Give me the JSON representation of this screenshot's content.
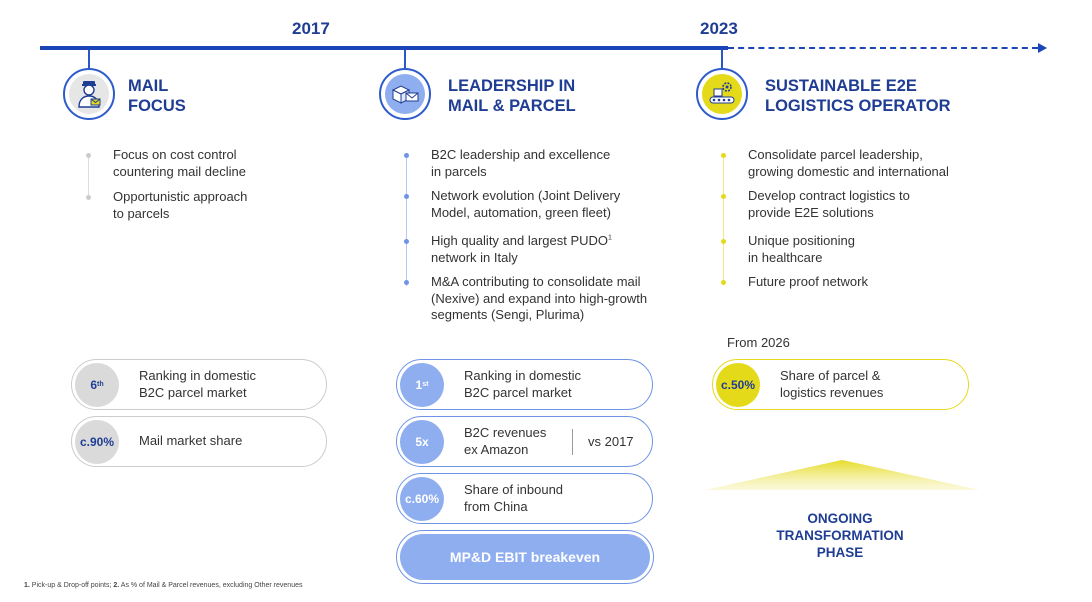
{
  "timeline": {
    "year_start": "2017",
    "year_end": "2023"
  },
  "phases": [
    {
      "title_line1": "MAIL",
      "title_line2": "FOCUS",
      "icon": "mail-carrier-icon",
      "bullets": [
        {
          "line1": "Focus on cost control",
          "line2": "countering mail decline"
        },
        {
          "line1": "Opportunistic approach",
          "line2": "to parcels"
        }
      ],
      "kpis": [
        {
          "badge": "6",
          "badge_sup": "th",
          "line1": "Ranking in domestic",
          "line2": "B2C parcel market"
        },
        {
          "badge": "c.90%",
          "line1": "Mail market share",
          "line2": ""
        }
      ]
    },
    {
      "title_line1": "LEADERSHIP IN",
      "title_line2": "MAIL & PARCEL",
      "icon": "parcel-and-mail-icon",
      "bullets": [
        {
          "line1": "B2C leadership and excellence",
          "line2": "in parcels"
        },
        {
          "line1": "Network evolution (Joint Delivery",
          "line2": "Model, automation, green fleet)"
        },
        {
          "line1": "High quality and largest PUDO",
          "sup": "1",
          "line2": "network in Italy"
        },
        {
          "line1": "M&A contributing to consolidate mail",
          "line2": "(Nexive) and expand into high-growth",
          "line3": "segments (Sengi, Plurima)"
        }
      ],
      "kpis": [
        {
          "badge": "1",
          "badge_sup": "st",
          "line1": "Ranking in domestic",
          "line2": "B2C parcel market"
        },
        {
          "badge": "5x",
          "line1": "B2C revenues",
          "line2": "ex Amazon",
          "side": "vs 2017"
        },
        {
          "badge": "c.60%",
          "line1": "Share of inbound",
          "line2": "from China"
        }
      ],
      "highlight": "MP&D EBIT breakeven"
    },
    {
      "title_line1": "SUSTAINABLE E2E",
      "title_line2": "LOGISTICS OPERATOR",
      "icon": "conveyor-gear-icon",
      "bullets": [
        {
          "line1": "Consolidate parcel leadership,",
          "line2": "growing domestic and international"
        },
        {
          "line1": "Develop contract logistics to",
          "line2": "provide E2E solutions"
        },
        {
          "line1": "Unique positioning",
          "line2": "in healthcare"
        },
        {
          "line1": "Future proof network",
          "line2": ""
        }
      ],
      "kpi_label": "From 2026",
      "kpis": [
        {
          "badge": "c.50%",
          "line1": "Share of parcel &",
          "line2": "logistics revenues"
        }
      ],
      "ongoing": [
        "ONGOING",
        "TRANSFORMATION",
        "PHASE"
      ]
    }
  ],
  "footnote": {
    "n1": "1.",
    "t1": " Pick-up & Drop-off points; ",
    "n2": "2.",
    "t2": " As % of Mail & Parcel revenues, excluding Other revenues"
  },
  "colors": {
    "navy": "#1F3D93",
    "blue": "#1C46B8",
    "light_blue": "#8FAEF0",
    "yellow": "#E5DA1A",
    "grey": "#DADADA"
  }
}
